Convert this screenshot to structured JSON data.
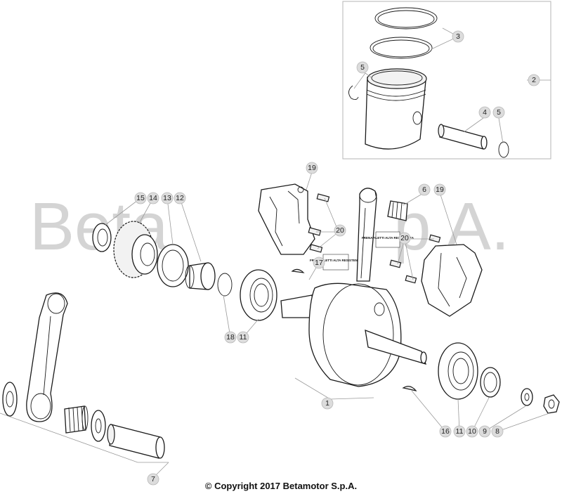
{
  "watermark": "Beta",
  "watermark_tail": "p A.",
  "copyright": "© Copyright 2017 Betamotor S.p.A.",
  "sticker_label": "FRENAFILETTI ALTA RESISTENZA",
  "callouts": [
    {
      "id": "c1",
      "label": "1"
    },
    {
      "id": "c2",
      "label": "2"
    },
    {
      "id": "c3",
      "label": "3"
    },
    {
      "id": "c4",
      "label": "4"
    },
    {
      "id": "c5a",
      "label": "5"
    },
    {
      "id": "c5b",
      "label": "5"
    },
    {
      "id": "c6",
      "label": "6"
    },
    {
      "id": "c7",
      "label": "7"
    },
    {
      "id": "c8",
      "label": "8"
    },
    {
      "id": "c9",
      "label": "9"
    },
    {
      "id": "c10",
      "label": "10"
    },
    {
      "id": "c11a",
      "label": "11"
    },
    {
      "id": "c11b",
      "label": "11"
    },
    {
      "id": "c12",
      "label": "12"
    },
    {
      "id": "c13",
      "label": "13"
    },
    {
      "id": "c14",
      "label": "14"
    },
    {
      "id": "c15",
      "label": "15"
    },
    {
      "id": "c16",
      "label": "16"
    },
    {
      "id": "c17",
      "label": "17"
    },
    {
      "id": "c18",
      "label": "18"
    },
    {
      "id": "c19a",
      "label": "19"
    },
    {
      "id": "c19b",
      "label": "19"
    },
    {
      "id": "c20a",
      "label": "20"
    },
    {
      "id": "c20b",
      "label": "20"
    }
  ]
}
